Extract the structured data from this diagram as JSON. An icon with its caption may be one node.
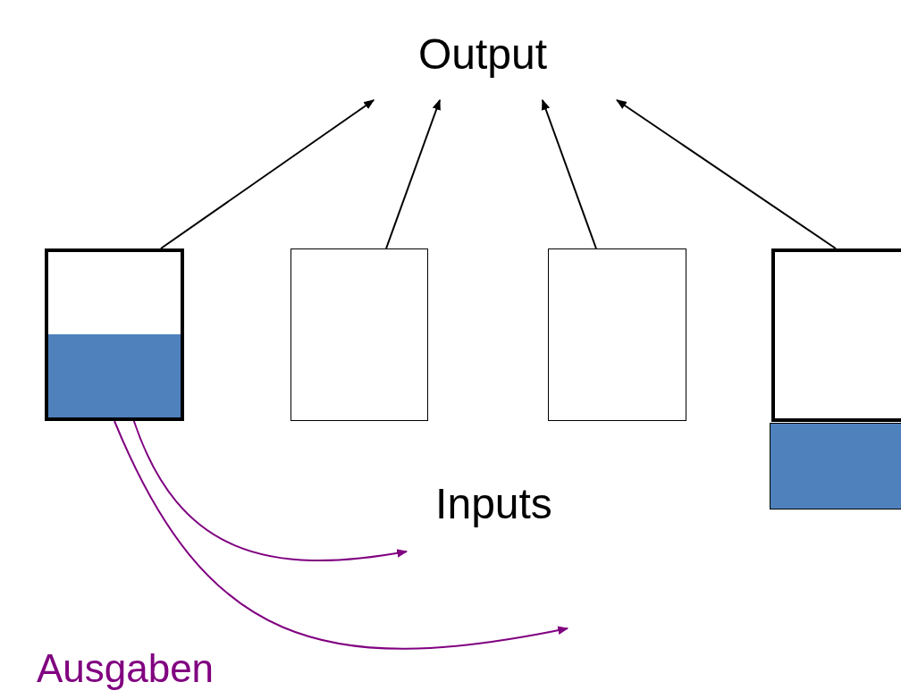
{
  "diagram": {
    "nodes": [
      {
        "text": [
          "Output"
        ]
      },
      {
        "text": [],
        "shape": "box"
      },
      {
        "text": [],
        "shape": "box"
      },
      {
        "text": [],
        "shape": "box"
      },
      {
        "text": [],
        "shape": "box"
      },
      {
        "text": [],
        "shape": "box"
      },
      {
        "text": [
          "Inputs"
        ]
      },
      {
        "text": [
          "Ausgaben"
        ]
      }
    ],
    "edges": [
      {
        "from": 1,
        "to": 0,
        "arrow": "to"
      },
      {
        "from": 2,
        "to": 0,
        "arrow": "to"
      },
      {
        "from": 3,
        "to": 0,
        "arrow": "to"
      },
      {
        "from": 4,
        "to": 0,
        "arrow": "to"
      },
      {
        "from": 1,
        "to": null,
        "arrow": "to",
        "color": "#800080"
      },
      {
        "from": 1,
        "to": null,
        "arrow": "to",
        "color": "#800080"
      }
    ]
  }
}
